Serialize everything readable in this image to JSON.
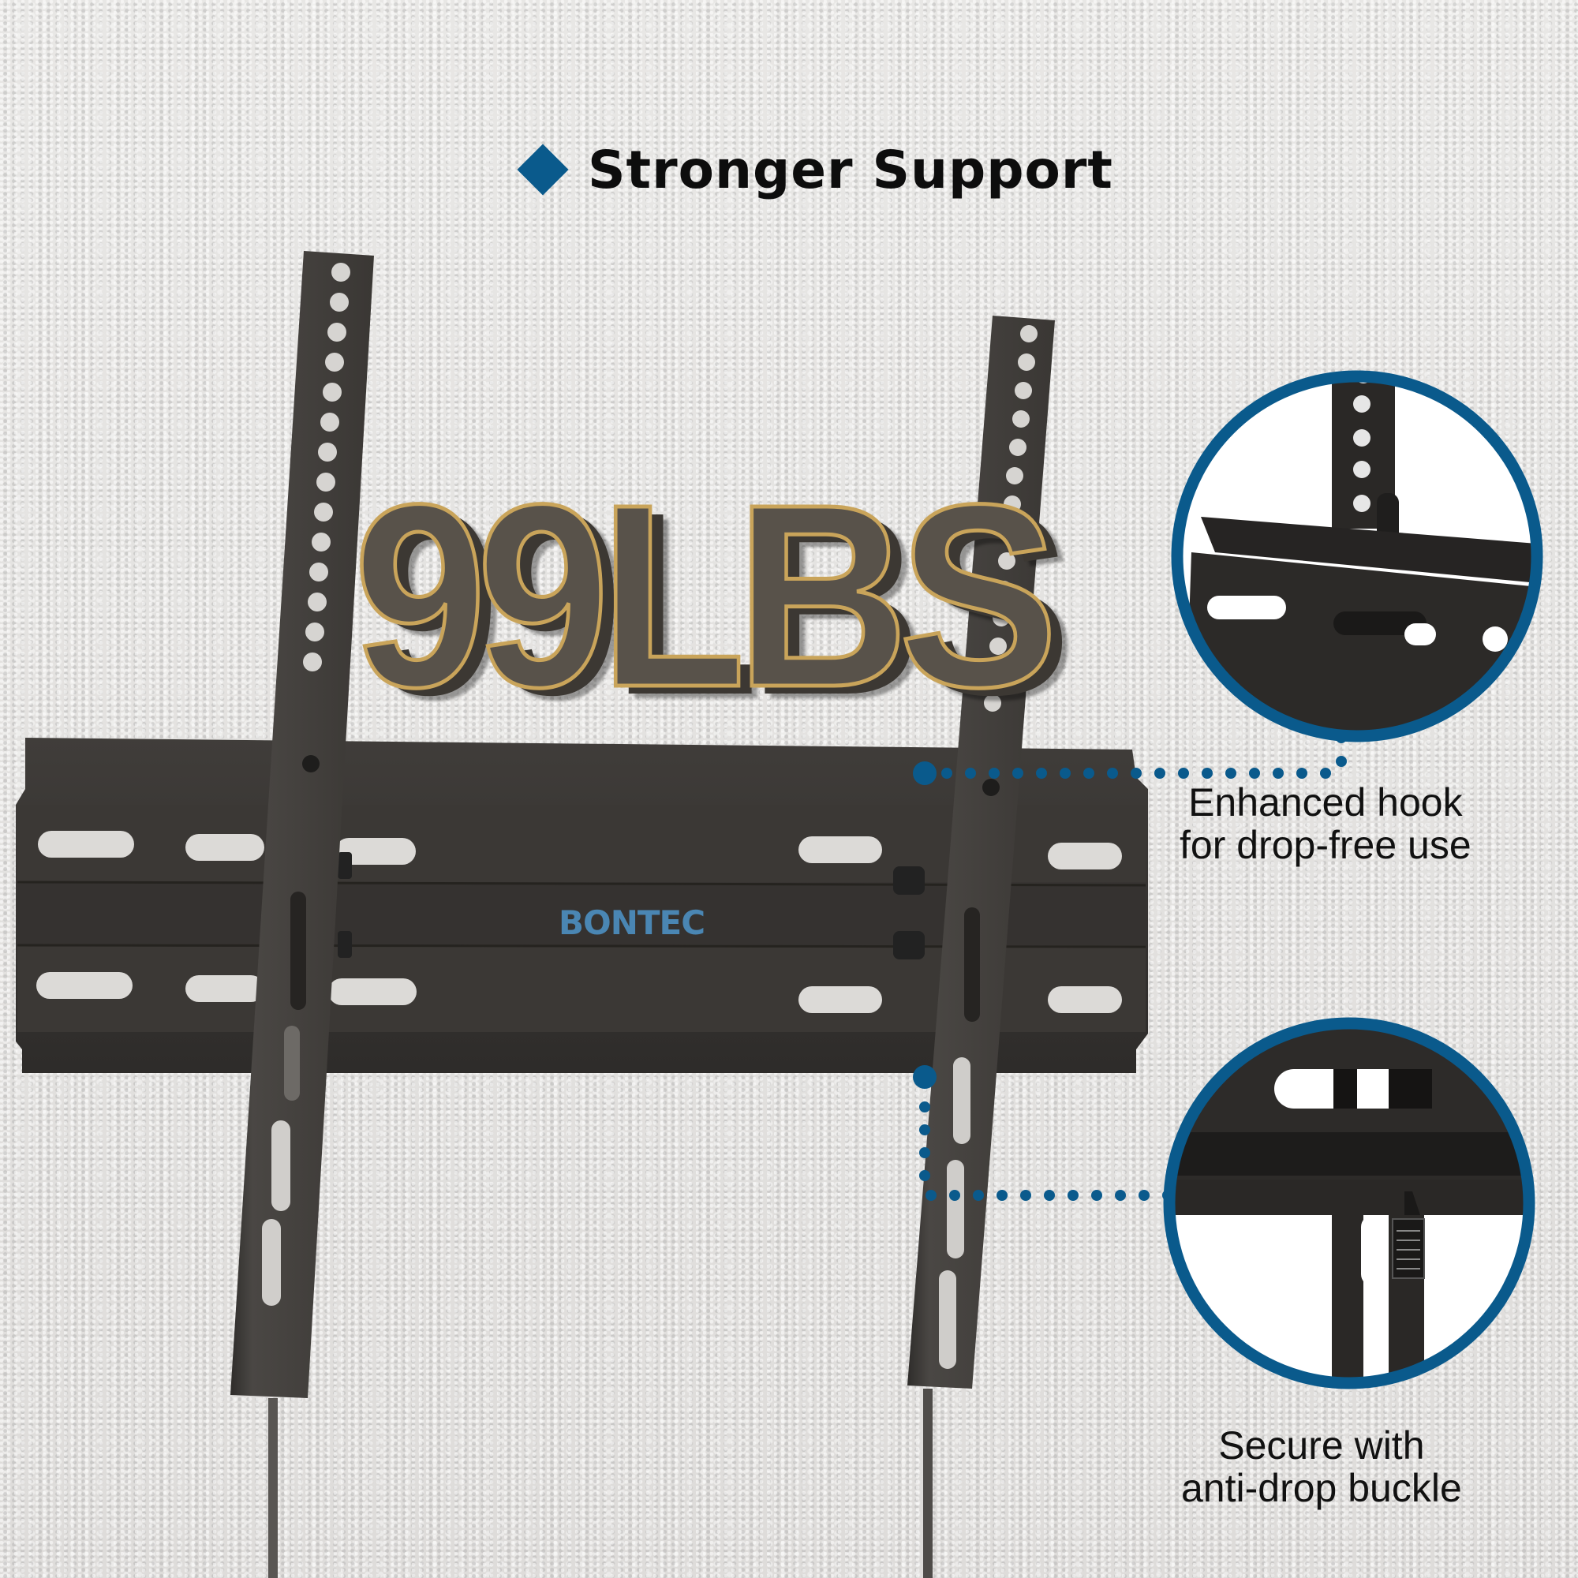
{
  "header": {
    "title": "Stronger Support",
    "bullet_icon": "diamond-icon",
    "bullet_color": "#0a5a8c"
  },
  "hero": {
    "capacity_text": "99LBS",
    "brand": "BONTEC",
    "brand_color": "#4a86b3"
  },
  "callouts": [
    {
      "id": "hook",
      "lines": [
        "Enhanced hook",
        "for drop-free use"
      ]
    },
    {
      "id": "buckle",
      "lines": [
        "Secure with",
        "anti-drop buckle"
      ]
    }
  ],
  "colors": {
    "accent": "#0a5a8c",
    "metal": "#3f3c39",
    "gold": "#c9a45a",
    "wall": "#e4e3e1"
  }
}
